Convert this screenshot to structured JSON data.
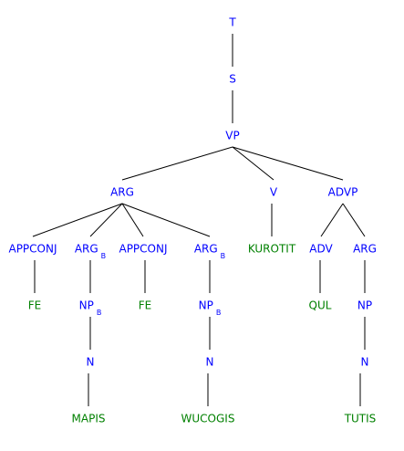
{
  "colors": {
    "nonterminal": "#0000ff",
    "terminal": "#008000",
    "edge": "#000000"
  },
  "tree": {
    "label": "T",
    "kind": "nonterminal",
    "children": [
      {
        "label": "S",
        "kind": "nonterminal",
        "children": [
          {
            "label": "VP",
            "kind": "nonterminal",
            "children": [
              {
                "label": "ARG",
                "kind": "nonterminal",
                "children": [
                  {
                    "label": "APPCONJ",
                    "kind": "nonterminal",
                    "children": [
                      {
                        "label": "FE",
                        "kind": "terminal",
                        "children": []
                      }
                    ]
                  },
                  {
                    "label": "ARG",
                    "sub": "B",
                    "kind": "nonterminal",
                    "children": [
                      {
                        "label": "NP",
                        "sub": "B",
                        "kind": "nonterminal",
                        "children": [
                          {
                            "label": "N",
                            "kind": "nonterminal",
                            "children": [
                              {
                                "label": "MAPIS",
                                "kind": "terminal",
                                "children": []
                              }
                            ]
                          }
                        ]
                      }
                    ]
                  },
                  {
                    "label": "APPCONJ",
                    "kind": "nonterminal",
                    "children": [
                      {
                        "label": "FE",
                        "kind": "terminal",
                        "children": []
                      }
                    ]
                  },
                  {
                    "label": "ARG",
                    "sub": "B",
                    "kind": "nonterminal",
                    "children": [
                      {
                        "label": "NP",
                        "sub": "B",
                        "kind": "nonterminal",
                        "children": [
                          {
                            "label": "N",
                            "kind": "nonterminal",
                            "children": [
                              {
                                "label": "WUCOGIS",
                                "kind": "terminal",
                                "children": []
                              }
                            ]
                          }
                        ]
                      }
                    ]
                  }
                ]
              },
              {
                "label": "V",
                "kind": "nonterminal",
                "children": [
                  {
                    "label": "KUROTIT",
                    "kind": "terminal",
                    "children": []
                  }
                ]
              },
              {
                "label": "ADVP",
                "kind": "nonterminal",
                "children": [
                  {
                    "label": "ADV",
                    "kind": "nonterminal",
                    "children": [
                      {
                        "label": "QUL",
                        "kind": "terminal",
                        "children": []
                      }
                    ]
                  },
                  {
                    "label": "ARG",
                    "kind": "nonterminal",
                    "children": [
                      {
                        "label": "NP",
                        "kind": "nonterminal",
                        "children": [
                          {
                            "label": "N",
                            "kind": "nonterminal",
                            "children": [
                              {
                                "label": "TUTIS",
                                "kind": "terminal",
                                "children": []
                              }
                            ]
                          }
                        ]
                      }
                    ]
                  }
                ]
              }
            ]
          }
        ]
      }
    ]
  }
}
